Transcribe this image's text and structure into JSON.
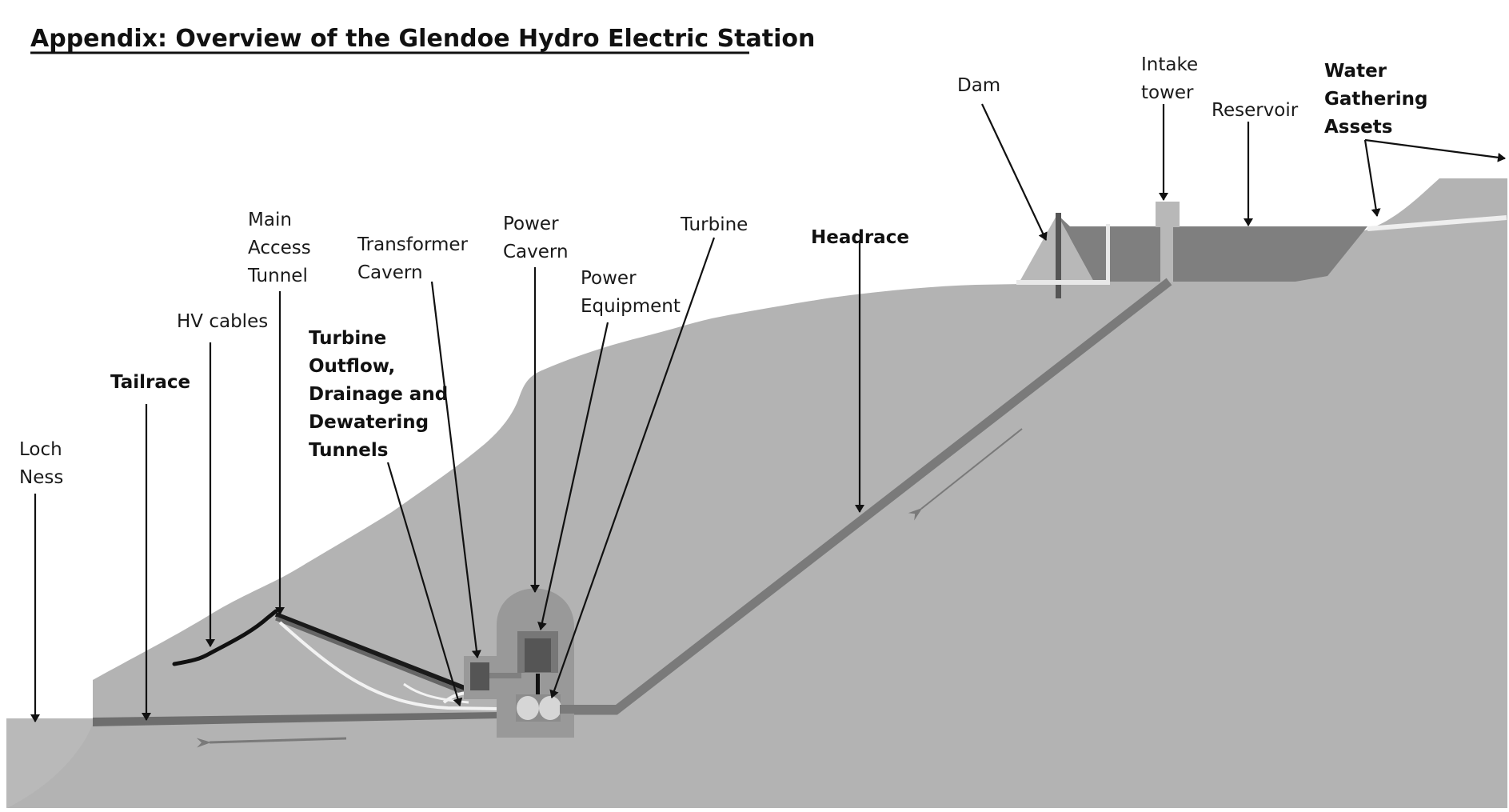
{
  "title": "Appendix: Overview of the Glendoe Hydro Electric Station",
  "colors": {
    "background": "#ffffff",
    "ground": "#b3b3b3",
    "loch": "#bbbbbb",
    "reservoir": "#7f7f7f",
    "tunnel": "#7a7a7a",
    "cavern": "#999999",
    "equipment": "#555555",
    "cable": "#111111",
    "white_pipe": "#f2f2f2",
    "text": "#111111"
  },
  "labels": {
    "loch_ness": [
      "Loch",
      "Ness"
    ],
    "tailrace": [
      "Tailrace"
    ],
    "hv_cables": [
      "HV cables"
    ],
    "main_access_tunnel": [
      "Main",
      "Access",
      "Tunnel"
    ],
    "turbine_outflow": [
      "Turbine",
      "Outflow,",
      "Drainage and",
      "Dewatering",
      "Tunnels"
    ],
    "transformer_cavern": [
      "Transformer",
      "Cavern"
    ],
    "power_cavern": [
      "Power",
      "Cavern"
    ],
    "power_equipment": [
      "Power",
      "Equipment"
    ],
    "turbine": [
      "Turbine"
    ],
    "headrace": [
      "Headrace"
    ],
    "dam": [
      "Dam"
    ],
    "intake_tower": [
      "Intake",
      "tower"
    ],
    "reservoir": [
      "Reservoir"
    ],
    "water_gathering_assets": [
      "Water",
      "Gathering",
      "Assets"
    ]
  },
  "bold_labels": [
    "tailrace",
    "turbine_outflow",
    "headrace",
    "water_gathering_assets"
  ],
  "flow_directions": {
    "headrace": "downhill-toward-station",
    "tailrace": "toward-loch-ness"
  }
}
